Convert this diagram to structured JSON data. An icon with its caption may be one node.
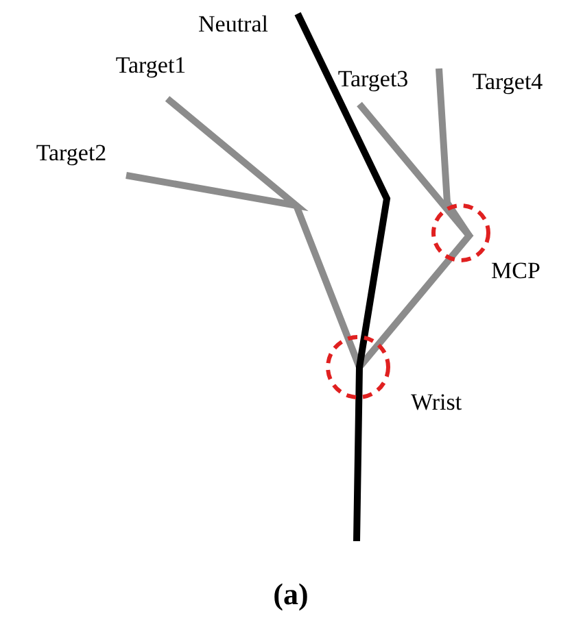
{
  "diagram": {
    "caption": "(a)",
    "labels": [
      "Neutral",
      "Target1",
      "Target3",
      "Target4",
      "Target2",
      "MCP",
      "Wrist"
    ]
  }
}
